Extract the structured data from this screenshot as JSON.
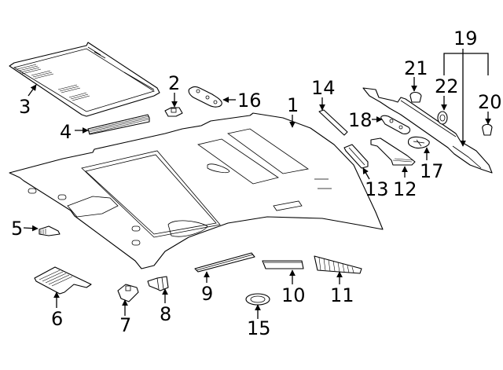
{
  "diagram": {
    "title": "Headliner / roof trim components",
    "callouts": [
      {
        "id": "1",
        "label": "1",
        "part": "headliner"
      },
      {
        "id": "2",
        "label": "2",
        "part": "clip"
      },
      {
        "id": "3",
        "label": "3",
        "part": "sunshade"
      },
      {
        "id": "4",
        "label": "4",
        "part": "seal-strip"
      },
      {
        "id": "5",
        "label": "5",
        "part": "clip"
      },
      {
        "id": "6",
        "label": "6",
        "part": "insulator-pad"
      },
      {
        "id": "7",
        "label": "7",
        "part": "retainer"
      },
      {
        "id": "8",
        "label": "8",
        "part": "bracket"
      },
      {
        "id": "9",
        "label": "9",
        "part": "trim-strip"
      },
      {
        "id": "10",
        "label": "10",
        "part": "absorber"
      },
      {
        "id": "11",
        "label": "11",
        "part": "insulator"
      },
      {
        "id": "12",
        "label": "12",
        "part": "bracket"
      },
      {
        "id": "13",
        "label": "13",
        "part": "absorber"
      },
      {
        "id": "14",
        "label": "14",
        "part": "pad"
      },
      {
        "id": "15",
        "label": "15",
        "part": "cover"
      },
      {
        "id": "16",
        "label": "16",
        "part": "bracket"
      },
      {
        "id": "17",
        "label": "17",
        "part": "cover"
      },
      {
        "id": "18",
        "label": "18",
        "part": "bracket"
      },
      {
        "id": "19",
        "label": "19",
        "part": "rear-rail"
      },
      {
        "id": "20",
        "label": "20",
        "part": "clip"
      },
      {
        "id": "21",
        "label": "21",
        "part": "clip"
      },
      {
        "id": "22",
        "label": "22",
        "part": "grommet"
      }
    ]
  }
}
